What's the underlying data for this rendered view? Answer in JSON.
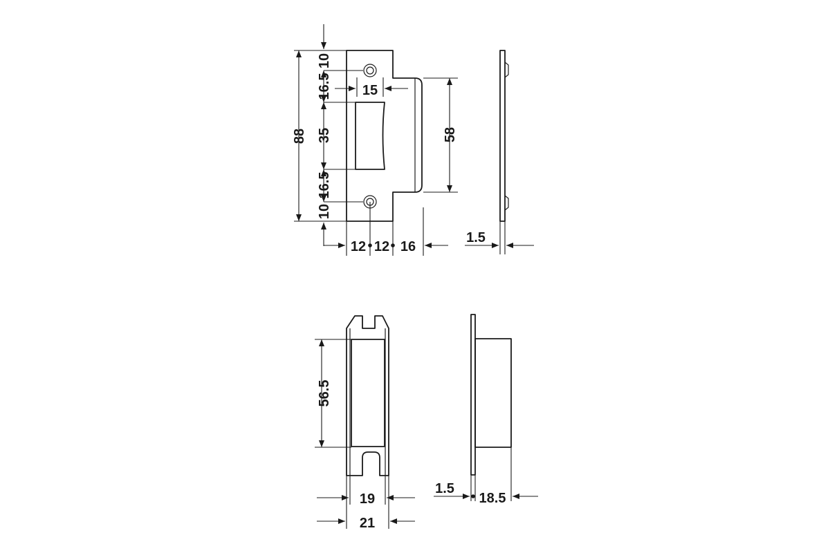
{
  "drawing": {
    "strike_plate_front": {
      "segments": [
        "10",
        "16.5",
        "35",
        "16.5",
        "10"
      ],
      "total_height": "88",
      "hole_spacing_width": "15",
      "lip_height": "58",
      "widths": [
        "12",
        "12",
        "16"
      ]
    },
    "strike_plate_side": {
      "thickness": "1.5"
    },
    "strike_box_front": {
      "height": "56.5",
      "inner_width": "19",
      "outer_width": "21"
    },
    "strike_box_side": {
      "thickness": "1.5",
      "depth": "18.5"
    }
  }
}
